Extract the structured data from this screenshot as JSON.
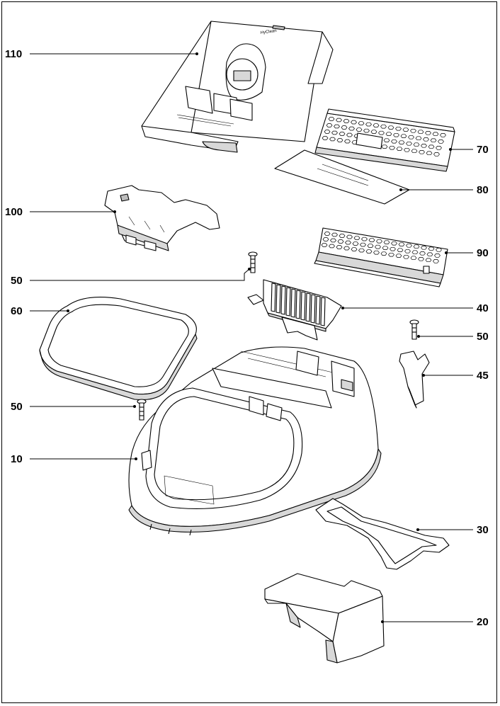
{
  "callouts": [
    {
      "id": "110",
      "label": "110"
    },
    {
      "id": "70",
      "label": "70"
    },
    {
      "id": "80",
      "label": "80"
    },
    {
      "id": "100",
      "label": "100"
    },
    {
      "id": "90",
      "label": "90"
    },
    {
      "id": "50a",
      "label": "50"
    },
    {
      "id": "40",
      "label": "40"
    },
    {
      "id": "60",
      "label": "60"
    },
    {
      "id": "50b",
      "label": "50"
    },
    {
      "id": "45",
      "label": "45"
    },
    {
      "id": "50c",
      "label": "50"
    },
    {
      "id": "10",
      "label": "10"
    },
    {
      "id": "30",
      "label": "30"
    },
    {
      "id": "20",
      "label": "20"
    }
  ],
  "bag_brand": "HyClean"
}
